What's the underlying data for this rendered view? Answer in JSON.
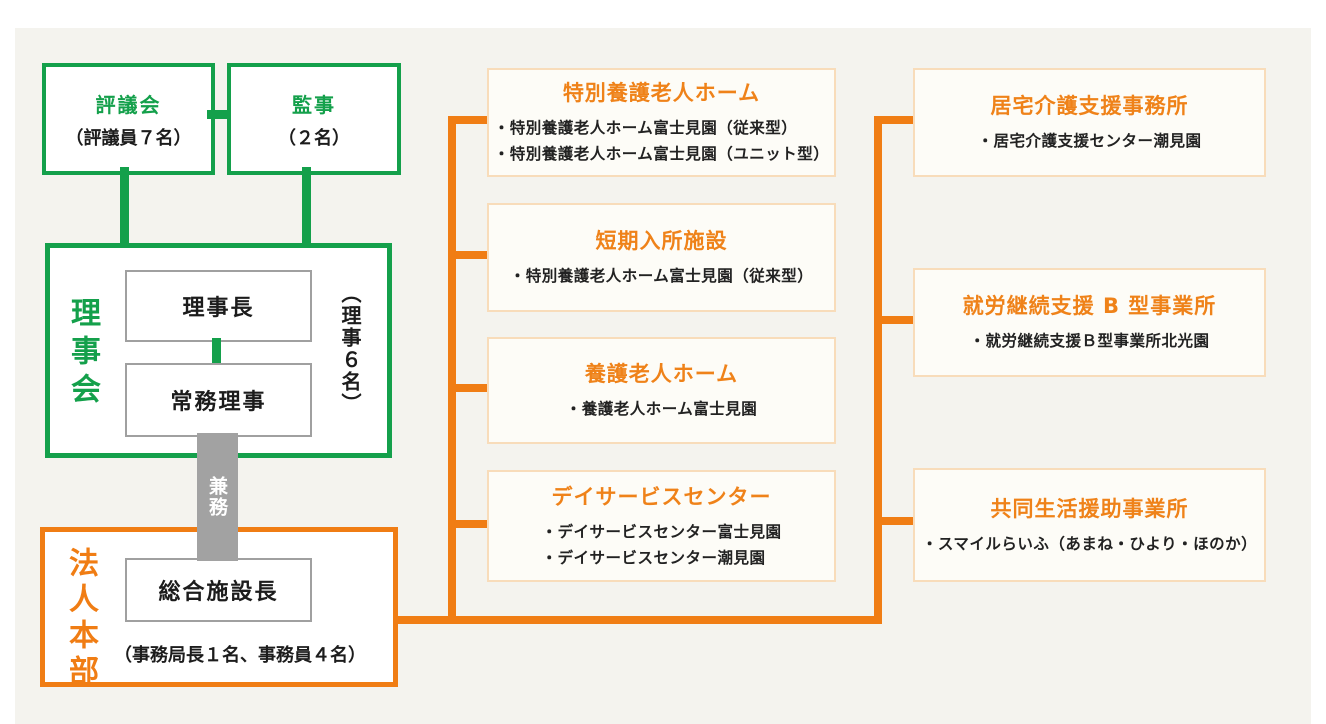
{
  "diagram": {
    "type": "organization-chart",
    "colors": {
      "green": "#14a04b",
      "orange": "#f07d14",
      "title_orange": "#ef8219",
      "pale_box_border": "#f8dcba",
      "pale_box_bg": "#fdfcf7",
      "gray_connector": "#a2a2a2",
      "background": "#f4f3ee"
    },
    "governance": {
      "council": {
        "title": "評議会",
        "note": "（評議員７名）"
      },
      "auditor": {
        "title": "監事",
        "note": "（２名）"
      },
      "board": {
        "label": "理事会",
        "chairman": "理事長",
        "managing_director": "常務理事",
        "members_note": "（理事６名）"
      },
      "concurrent_label": "兼務",
      "headquarters": {
        "label": "法人本部",
        "director": "総合施設長",
        "staff_note": "（事務局長１名、事務員４名）"
      }
    },
    "facilities": [
      {
        "title": "特別養護老人ホーム",
        "items": [
          "・特別養護老人ホーム富士見園（従来型）",
          "・特別養護老人ホーム富士見園（ユニット型）"
        ]
      },
      {
        "title": "短期入所施設",
        "items": [
          "・特別養護老人ホーム富士見園（従来型）"
        ]
      },
      {
        "title": "養護老人ホーム",
        "items": [
          "・養護老人ホーム富士見園"
        ]
      },
      {
        "title": "デイサービスセンター",
        "items": [
          "・デイサービスセンター富士見園",
          "・デイサービスセンター潮見園"
        ]
      }
    ],
    "offices": [
      {
        "title": "居宅介護支援事務所",
        "items": [
          "・居宅介護支援センター潮見園"
        ]
      },
      {
        "title": "就労継続支援 B 型事業所",
        "items": [
          "・就労継続支援Ｂ型事業所北光園"
        ]
      },
      {
        "title": "共同生活援助事業所",
        "items": [
          "・スマイルらいふ（あまね・ひより・ほのか）"
        ]
      }
    ]
  }
}
